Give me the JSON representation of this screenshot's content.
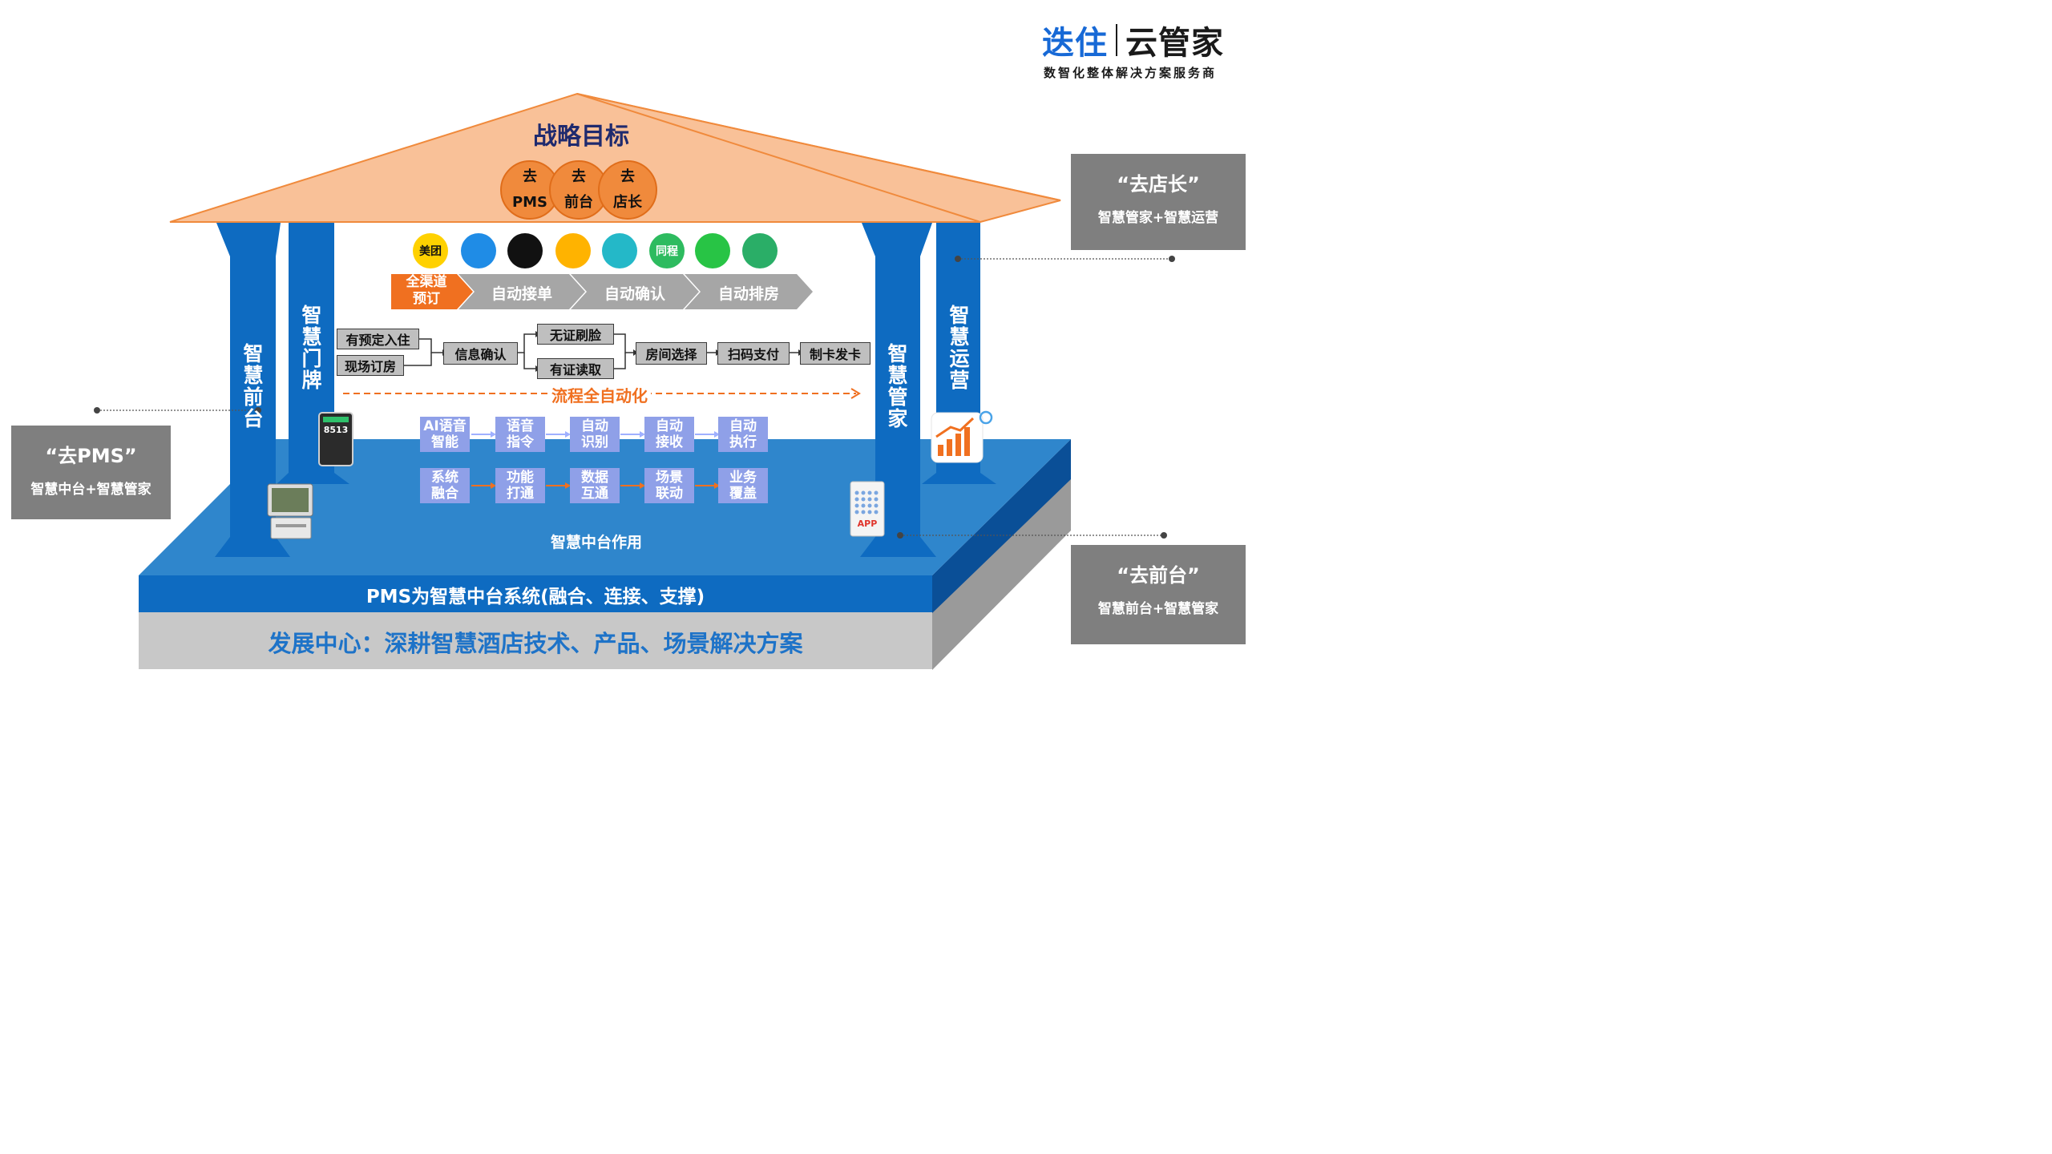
{
  "brand": {
    "logo_cn1": "迭住",
    "logo_cn2": "云管家",
    "tagline": "数智化整体解决方案服务商"
  },
  "roof": {
    "title": "战略目标",
    "circles": [
      {
        "top": "去",
        "bottom": "PMS"
      },
      {
        "top": "去",
        "bottom": "前台"
      },
      {
        "top": "去",
        "bottom": "店长"
      }
    ]
  },
  "pillars": {
    "left_outer": "智慧前台",
    "left_inner": "智慧门牌",
    "right_inner": "智慧管家",
    "right_outer": "智慧运营"
  },
  "apps": [
    {
      "name": "meituan-icon",
      "label": "美团",
      "bg": "#ffd100",
      "fg": "#111111"
    },
    {
      "name": "ctrip-icon",
      "label": "",
      "bg": "#1f8ce6",
      "fg": "#ffffff"
    },
    {
      "name": "douyin-icon",
      "label": "",
      "bg": "#111111",
      "fg": "#ffffff"
    },
    {
      "name": "fliggy-icon",
      "label": "",
      "bg": "#ffb300",
      "fg": "#ffffff"
    },
    {
      "name": "qunar-icon",
      "label": "",
      "bg": "#24b8c8",
      "fg": "#ffffff"
    },
    {
      "name": "tongcheng-icon",
      "label": "同程",
      "bg": "#2dbb5f",
      "fg": "#ffffff"
    },
    {
      "name": "wechat-icon",
      "label": "",
      "bg": "#28c445",
      "fg": "#ffffff"
    },
    {
      "name": "miniprogram-icon",
      "label": "",
      "bg": "#2aae67",
      "fg": "#ffffff"
    }
  ],
  "channel_flow": {
    "first_line1": "全渠道",
    "first_line2": "预订",
    "steps": [
      "自动接单",
      "自动确认",
      "自动排房"
    ]
  },
  "checkin_flow": {
    "start": [
      "有预定入住",
      "现场订房"
    ],
    "confirm": "信息确认",
    "verify": [
      "无证刷脸",
      "有证读取"
    ],
    "steps": [
      "房间选择",
      "扫码支付",
      "制卡发卡"
    ],
    "automation_label": "流程全自动化"
  },
  "platform": {
    "row1": [
      {
        "l1": "AI语音",
        "l2": "智能"
      },
      {
        "l1": "语音",
        "l2": "指令"
      },
      {
        "l1": "自动",
        "l2": "识别"
      },
      {
        "l1": "自动",
        "l2": "接收"
      },
      {
        "l1": "自动",
        "l2": "执行"
      }
    ],
    "row2": [
      {
        "l1": "系统",
        "l2": "融合"
      },
      {
        "l1": "功能",
        "l2": "打通"
      },
      {
        "l1": "数据",
        "l2": "互通"
      },
      {
        "l1": "场景",
        "l2": "联动"
      },
      {
        "l1": "业务",
        "l2": "覆盖"
      }
    ],
    "caption": "智慧中台作用",
    "pms_band": "PMS为智慧中台系统(融合、连接、支撑)",
    "base_band": "发展中心：深耕智慧酒店技术、产品、场景解决方案"
  },
  "devices": {
    "doorplate_number": "8513",
    "phone_app_label": "APP"
  },
  "callouts": {
    "left": {
      "quote": "“去PMS”",
      "sub": "智慧中台+智慧管家"
    },
    "right_top": {
      "quote": "“去店长”",
      "sub": "智慧管家+智慧运营"
    },
    "right_bottom": {
      "quote": "“去前台”",
      "sub": "智慧前台+智慧管家"
    }
  },
  "colors": {
    "roof": "#f9c198",
    "roof_stroke": "#f08a3c",
    "pillar": "#0e6bc1",
    "platform_top": "#2f86cc",
    "platform_side": "#0a4f97",
    "pms_band": "#0e6bc1",
    "base_band": "#c8c8c8",
    "base_text": "#1e73c8",
    "accent_orange": "#f07020",
    "chevron_gray": "#a6a6a6",
    "process_box": "#8fa0e8",
    "callout_gray": "#7f7f7f"
  }
}
